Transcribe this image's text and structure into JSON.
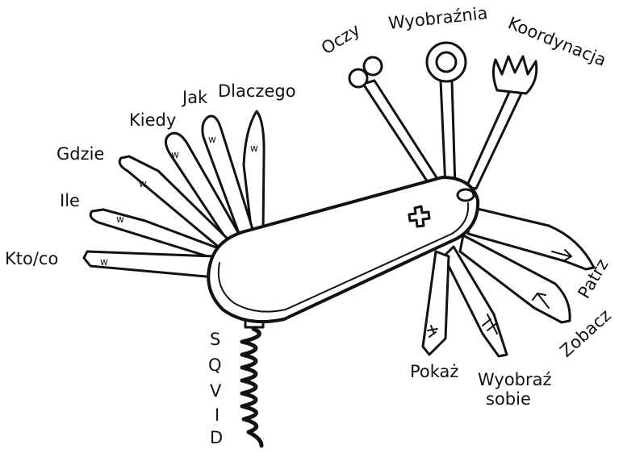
{
  "labels": {
    "kto_co": "Kto/co",
    "ile": "Ile",
    "gdzie": "Gdzie",
    "kiedy": "Kiedy",
    "jak": "Jak",
    "dlaczego": "Dlaczego",
    "oczy": "Oczy",
    "wyobraznia": "Wyobraźnia",
    "koordynacja": "Koordynacja",
    "patrz": "Patrz",
    "zobacz": "Zobacz",
    "wyobraz": "Wyobraź",
    "sobie": "sobie",
    "pokaz": "Pokaż"
  },
  "corkscrew_letters": [
    "S",
    "Q",
    "V",
    "I",
    "D"
  ],
  "blade_mark": "w",
  "colors": {
    "ink": "#111111",
    "background": "#ffffff"
  }
}
